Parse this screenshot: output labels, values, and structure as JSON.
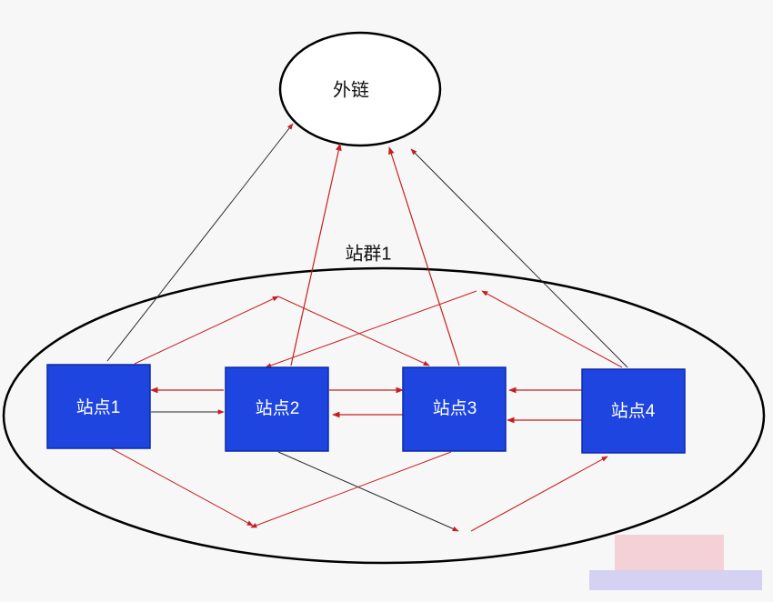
{
  "diagram": {
    "external_label": "外链",
    "group_label": "站群1",
    "sites": [
      {
        "id": "s1",
        "label": "站点1"
      },
      {
        "id": "s2",
        "label": "站点2"
      },
      {
        "id": "s3",
        "label": "站点3"
      },
      {
        "id": "s4",
        "label": "站点4"
      }
    ]
  },
  "colors": {
    "node_fill": "#1f45e0",
    "node_stroke": "#0b2aa8",
    "red_link": "#c81e1e",
    "dark_link": "#2a2a2a",
    "outline": "#000000",
    "background": "#f7f7f7"
  }
}
